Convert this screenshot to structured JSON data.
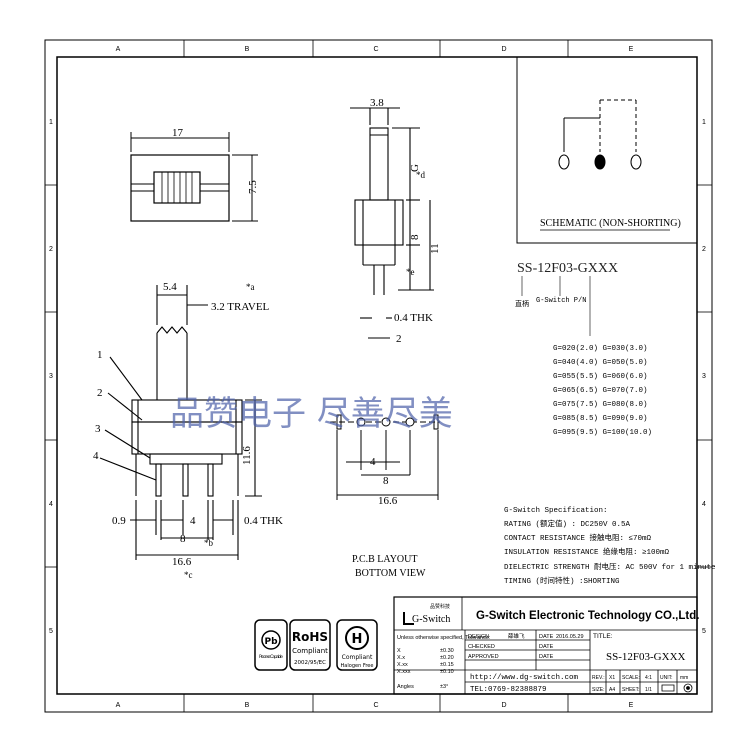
{
  "grid": {
    "cols": [
      "A",
      "B",
      "C",
      "D",
      "E"
    ],
    "rows": [
      "1",
      "2",
      "3",
      "4",
      "5"
    ]
  },
  "schematic": {
    "title": "SCHEMATIC (NON-SHORTING)"
  },
  "part_number": {
    "code": "SS-12F03-GXXX",
    "label_cn": "直柄",
    "label_en": "G-Switch P/N"
  },
  "g_options": [
    "G=020(2.0) G=030(3.0)",
    "G=040(4.0) G=050(5.0)",
    "G=055(5.5) G=060(6.0)",
    "G=065(6.5) G=070(7.0)",
    "G=075(7.5) G=080(8.0)",
    "G=085(8.5) G=090(9.0)",
    "G=095(9.5) G=100(10.0)"
  ],
  "spec": {
    "title": "G-Switch Specification:",
    "lines": [
      "RATING (额定值) : DC250V 0.5A",
      "CONTACT RESISTANCE 接触电阻: ≤70mΩ",
      "INSULATION RESISTANCE 绝缘电阻: ≥100mΩ",
      "DIELECTRIC STRENGTH 耐电压: AC 500V for 1 minute",
      "TIMING  (时间特性) :SHORTING"
    ]
  },
  "watermark": "品赞电子 尽善尽美",
  "top_view": {
    "width": "17",
    "height": "7.5"
  },
  "side_view": {
    "top_width": "3.8",
    "g_label": "G",
    "g_note": "*d",
    "h8": "8",
    "h11": "11",
    "e_note": "*e",
    "thk": "0.4 THK",
    "pin": "2"
  },
  "front_view": {
    "dim_54": "5.4",
    "note_a": "*a",
    "travel": "3.2 TRAVEL",
    "callouts": [
      "1",
      "2",
      "3",
      "4"
    ],
    "h116": "11.6",
    "dim_09": "0.9",
    "dim_4": "4",
    "thk": "0.4 THK",
    "dim_8": "8",
    "note_b": "*b",
    "dim_166": "16.6",
    "note_c": "*c"
  },
  "pcb": {
    "title": "P.C.B LAYOUT",
    "subtitle": "BOTTOM VIEW",
    "dim_4": "4",
    "dim_8": "8",
    "dim_166": "16.6"
  },
  "logos": {
    "process": "Process Capable",
    "rohs": "RoHS",
    "rohs_sub": "Compliant",
    "rohs_dir": "2002/95/EC",
    "hf": "Compliant",
    "hf_sub": "Halogen Free"
  },
  "title_block": {
    "logo_brand": "G-Switch",
    "logo_cn": "品赞科技",
    "company": "G-Switch Electronic Technology CO.,Ltd.",
    "tol_title": "Unless otherwise specified, Tolerance:",
    "tolerances": [
      [
        "X",
        "±0.30"
      ],
      [
        "X.x",
        "±0.20"
      ],
      [
        "X.xx",
        "±0.15"
      ],
      [
        "X.xxx",
        "±0.10"
      ],
      [
        "Angles",
        "±3°"
      ]
    ],
    "design": "DESIGN",
    "designer": "薛雄飞",
    "date_label": "DATE",
    "date": "2016.05.29",
    "checked": "CHECKED",
    "approved": "APPROVED",
    "title_label": "TITLE:",
    "title": "SS-12F03-GXXX",
    "url": "http://www.dg-switch.com",
    "tel": "TEL:0769-82388879",
    "rev_label": "REV.:",
    "rev": "X1",
    "scale_label": "SCALE:",
    "scale": "4:1",
    "unit_label": "UNIT:",
    "unit": "mm",
    "size_label": "SIZE:",
    "size": "A4",
    "sheet_label": "SHEET:",
    "sheet": "1/1"
  }
}
